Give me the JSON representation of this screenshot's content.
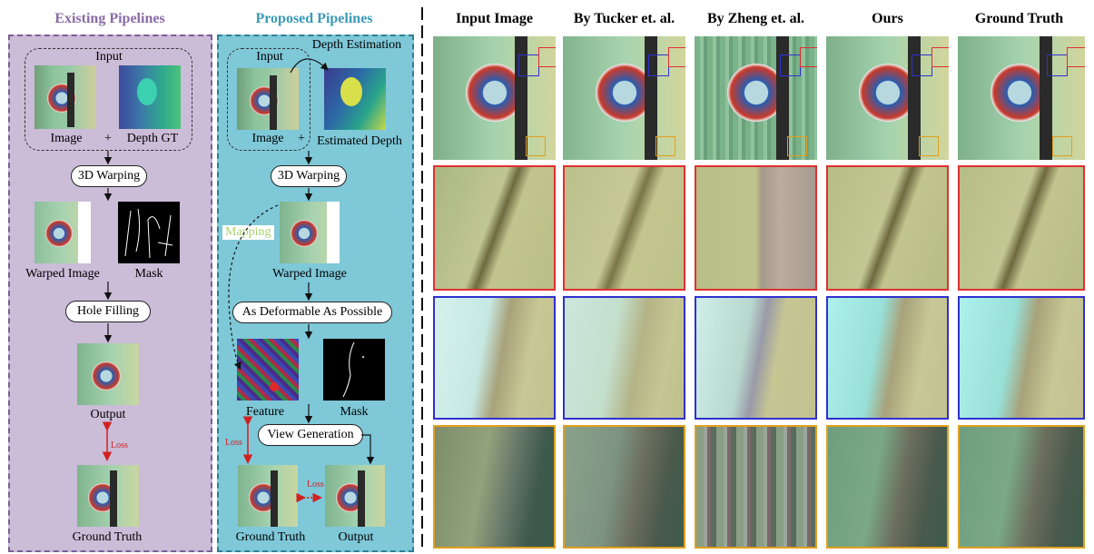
{
  "left_panel": {
    "title": "Existing Pipelines",
    "input_label": "Input",
    "image_label": "Image",
    "plus": "+",
    "depth_label": "Depth GT",
    "warping": "3D Warping",
    "warped_label": "Warped Image",
    "mask_label": "Mask",
    "hole_filling": "Hole Filling",
    "output_label": "Output",
    "loss_label": "Loss",
    "gt_label": "Ground Truth"
  },
  "mid_panel": {
    "title": "Proposed Pipelines",
    "input_label": "Input",
    "depth_estimation": "Depth Estimation",
    "image_label": "Image",
    "plus": "+",
    "estimated_depth": "Estimated Depth",
    "warping": "3D Warping",
    "mapping": "Mapping",
    "warped_label": "Warped Image",
    "adap": "As Deformable As Possible",
    "feature_label": "Feature",
    "mask_label": "Mask",
    "view_generation": "View Generation",
    "loss_label": "Loss",
    "loss_label2": "Loss",
    "gt_label": "Ground Truth",
    "output_label": "Output"
  },
  "comparison": {
    "columns": [
      "Input Image",
      "By Tucker et. al.",
      "By Zheng et. al.",
      "Ours",
      "Ground Truth"
    ],
    "row_border_colors": [
      "#e03030",
      "#3030d0",
      "#e0a020"
    ]
  },
  "colors": {
    "left_panel_bg": "#cbbcd8",
    "left_title": "#8a6aa6",
    "mid_panel_bg": "#7ec8d8",
    "mid_title": "#3a9ab8",
    "loss_red": "#d02020",
    "mapping_text": "#a8d070"
  }
}
